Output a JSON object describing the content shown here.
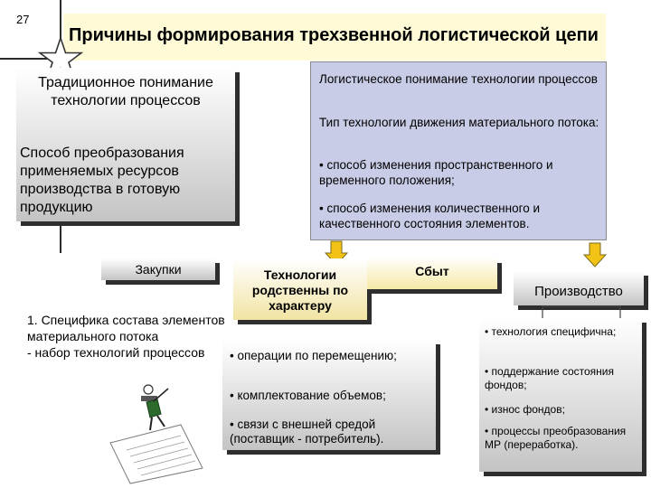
{
  "page_number": "27",
  "title": "Причины формирования трехзвенной логистической цепи",
  "traditional": {
    "heading": "Традиционное понимание технологии процессов",
    "body": "Способ преобразования применяемых ресурсов производства в готовую продукцию"
  },
  "logistic": {
    "heading": "Логистическое понимание технологии процессов",
    "type_label": "Тип технологии движения материального потока:",
    "bullet1": "• способ изменения пространственного и временного положения;",
    "bullet2": "• способ изменения количественного и качественного состояния элементов."
  },
  "zakupki": {
    "label": "Закупки",
    "items": [
      "1. Специфика состава элементов материального потока",
      " - набор технологий процессов"
    ]
  },
  "technologies": {
    "label": "Технологии родственны по характеру",
    "items": [
      "• операции по перемещению;",
      "• комплектование объемов;",
      "• связи с внешней средой (поставщик - потребитель)."
    ]
  },
  "sbyt": {
    "label": "Сбыт"
  },
  "production": {
    "label": "Производство",
    "items": [
      "• технология специфична;",
      "• поддержание состояния фондов;",
      "• износ фондов;",
      "• процессы преобразования МР (переработка)."
    ]
  },
  "colors": {
    "title_bg": "#fffbd6",
    "logistic_bg": "#c8cce6",
    "arrow": "#f2c316"
  }
}
